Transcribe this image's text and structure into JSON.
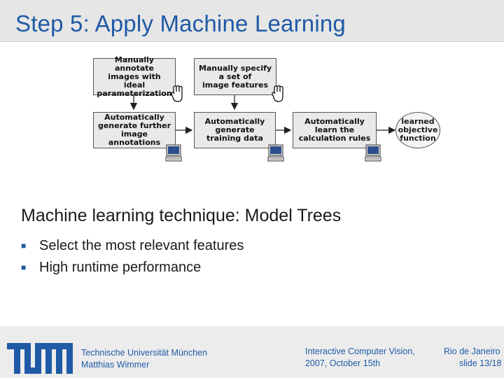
{
  "slide": {
    "title": "Step 5: Apply Machine Learning",
    "subtitle": "Machine learning technique: Model Trees",
    "bullets": [
      "Select the most relevant features",
      "High runtime performance"
    ]
  },
  "diagram": {
    "boxes": {
      "annotate": "Manually annotate\nimages with ideal\nparameterization",
      "specify": "Manually specify\na set of\nimage features",
      "generate_annotations": "Automatically\ngenerate further\nimage annotations",
      "generate_training": "Automatically\ngenerate\ntraining data",
      "learn_rules": "Automatically\nlearn the\ncalculation rules",
      "objective": "learned\nobjective\nfunction"
    }
  },
  "footer": {
    "university": "Technische Universität München",
    "author": "Matthias Wimmer",
    "event_line1": "Interactive Computer Vision,",
    "event_line2": "2007, October 15th",
    "location": "Rio de Janeiro",
    "slide_number": "slide 13/18"
  },
  "colors": {
    "title_blue": "#1f5aa6",
    "header_gray": "#e6e6e6",
    "footer_gray": "#ececec"
  }
}
